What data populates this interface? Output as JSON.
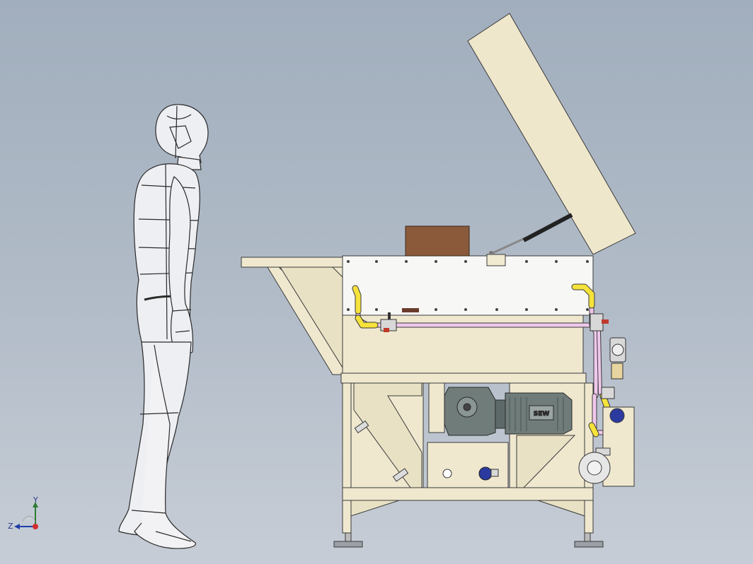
{
  "scene": {
    "description_free": true,
    "colors": {
      "background_top": "#a1aebd",
      "background_bottom": "#c7cdd6",
      "frame": "#efe8cf",
      "frame_edge": "#3a3a3a",
      "panel_white": "#f7f7f5",
      "lid": "#efe7cc",
      "product_box": "#8a5a3a",
      "pipe_pink": "#f0c8ec",
      "pipe_yellow": "#f5e23a",
      "valve_red": "#c0392b",
      "motor_grey": "#6f7c7a",
      "gauge_blue": "#2b3a9e",
      "human_fill": "#eeeff3",
      "human_line": "#2a2a2a"
    }
  },
  "motor": {
    "brand_label": "SEW"
  },
  "triad": {
    "x_label": "",
    "y_label": "Y",
    "z_label": "Z",
    "icon": "coordinate-triad-icon"
  }
}
